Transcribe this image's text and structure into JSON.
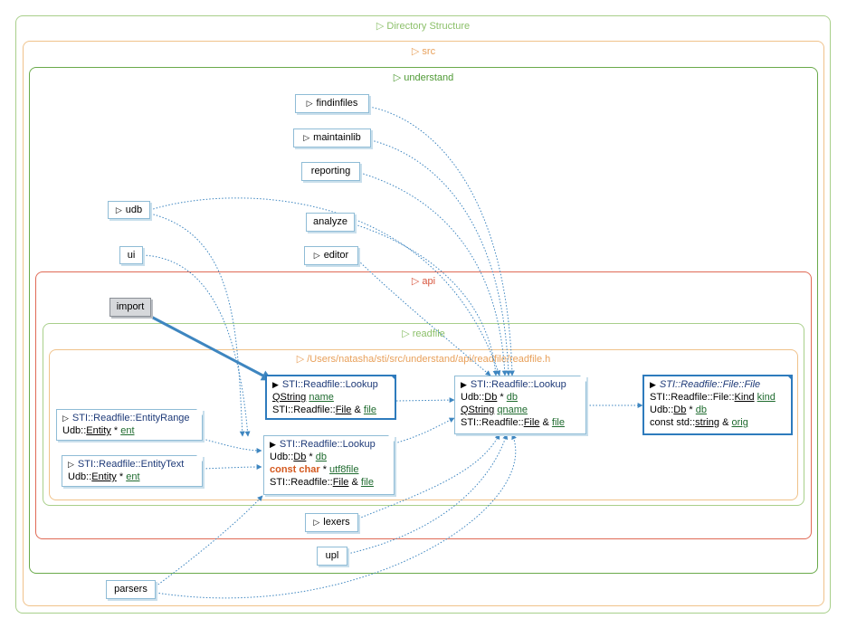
{
  "colors": {
    "frame_directory": "#a8cf8a",
    "frame_src": "#f0c28a",
    "frame_understand": "#6aaa4a",
    "frame_api": "#e06a55",
    "frame_readfile": "#a8cf8a",
    "frame_file": "#f0c28a",
    "edge": "#3e86c0",
    "selected_border": "#2e7bbd"
  },
  "frames": {
    "directory": "Directory Structure",
    "src": "src",
    "understand": "understand",
    "api": "api",
    "readfile": "readfile",
    "file": "/Users/natasha/sti/src/understand/api/readfile/readfile.h"
  },
  "modules": {
    "findinfiles": "findinfiles",
    "maintainlib": "maintainlib",
    "reporting": "reporting",
    "analyze": "analyze",
    "editor": "editor",
    "udb": "udb",
    "ui": "ui",
    "import": "import",
    "lexers": "lexers",
    "upl": "upl",
    "parsers": "parsers"
  },
  "entity_range": {
    "title": "STI::Readfile::EntityRange",
    "ns": "Udb::",
    "type": "Entity",
    "ptr": " * ",
    "member": "ent"
  },
  "entity_text": {
    "title": "STI::Readfile::EntityText",
    "ns": "Udb::",
    "type": "Entity",
    "ptr": " * ",
    "member": "ent"
  },
  "lookup_a": {
    "title": "STI::Readfile::Lookup",
    "r1_type": "QString",
    "r1_sep": " ",
    "r1_member": "name",
    "r2_ns": "STI::Readfile::",
    "r2_type": "File",
    "r2_sep": " & ",
    "r2_member": "file"
  },
  "lookup_b": {
    "title": "STI::Readfile::Lookup",
    "r1_ns": "Udb::",
    "r1_type": "Db",
    "r1_sep": " * ",
    "r1_member": "db",
    "r2_kw": "const char",
    "r2_sep": " * ",
    "r2_member": "utf8file",
    "r3_ns": "STI::Readfile::",
    "r3_type": "File",
    "r3_sep": " & ",
    "r3_member": "file"
  },
  "lookup_c": {
    "title": "STI::Readfile::Lookup",
    "r1_ns": "Udb::",
    "r1_type": "Db",
    "r1_sep": " * ",
    "r1_member": "db",
    "r2_type": "QString",
    "r2_sep": " ",
    "r2_member": "qname",
    "r3_ns": "STI::Readfile::",
    "r3_type": "File",
    "r3_sep": " & ",
    "r3_member": "file"
  },
  "file_node": {
    "title": "STI::Readfile::File::File",
    "r1_ns": "STI::Readfile::File::",
    "r1_type": "Kind",
    "r1_sep": " ",
    "r1_member": "kind",
    "r2_ns": "Udb::",
    "r2_type": "Db",
    "r2_sep": " * ",
    "r2_member": "db",
    "r3_ns": "const std::",
    "r3_type": "string",
    "r3_sep": " & ",
    "r3_member": "orig"
  }
}
